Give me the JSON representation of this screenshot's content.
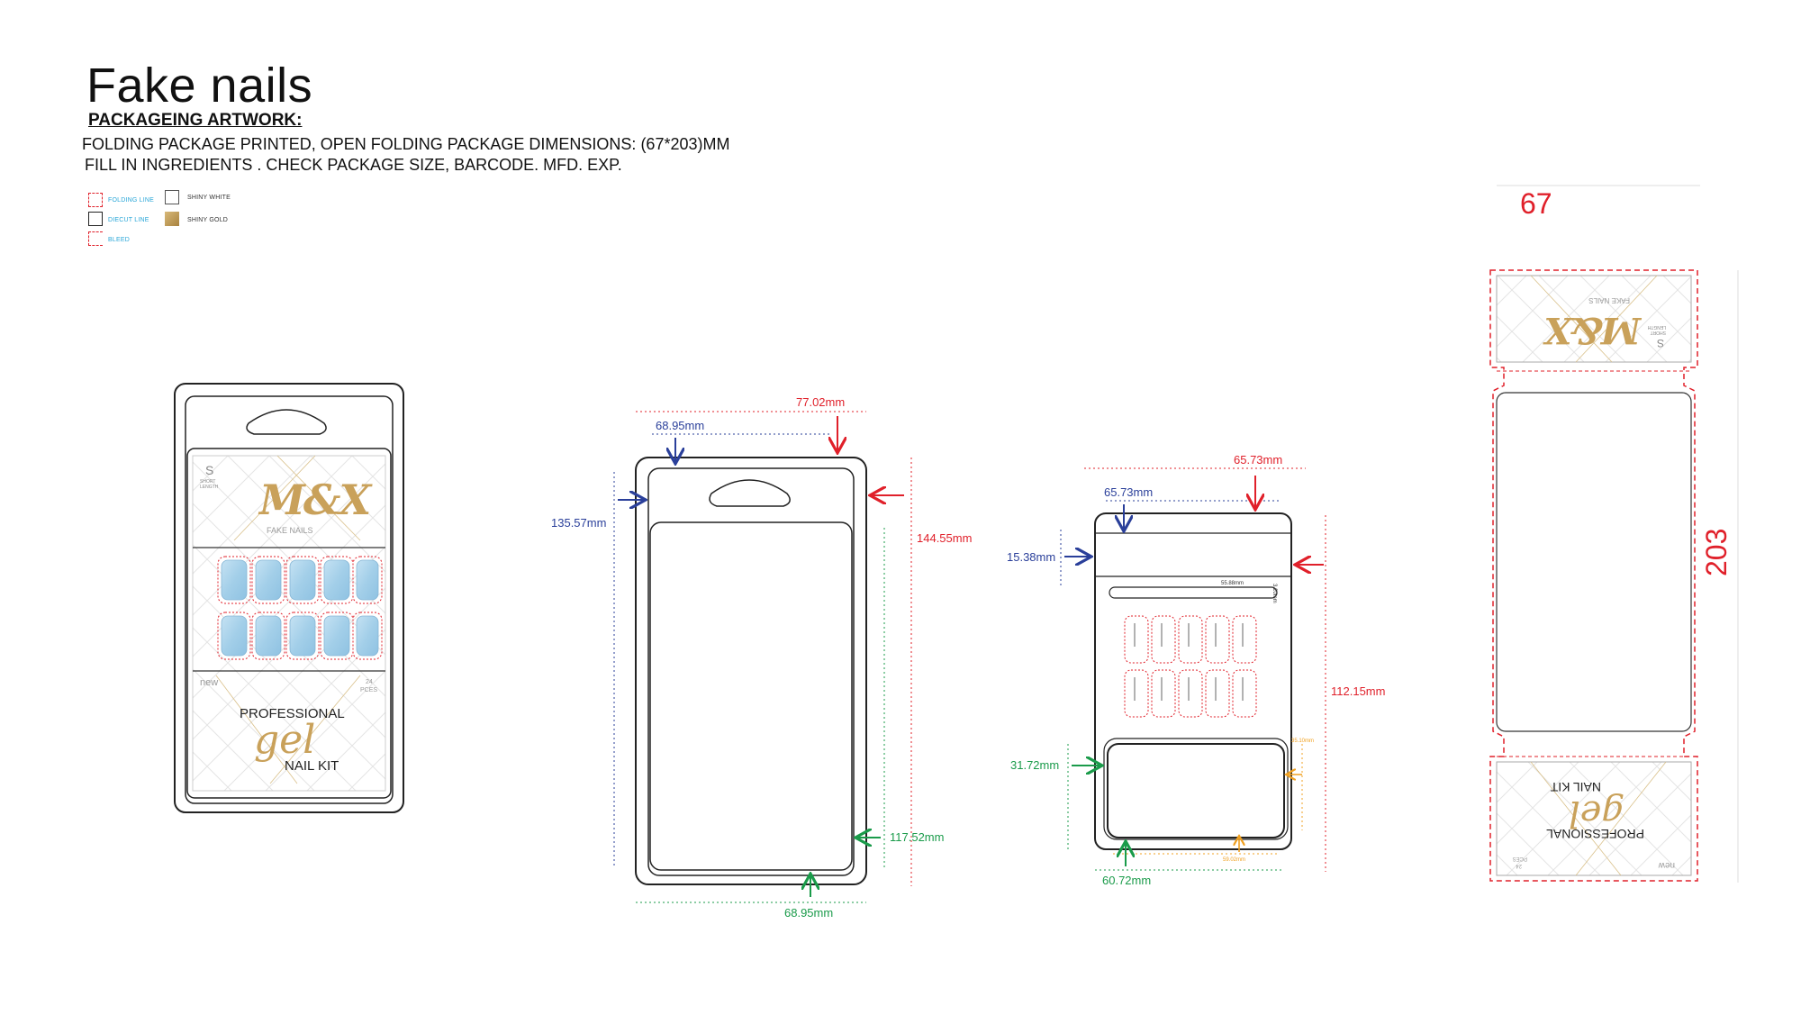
{
  "header": {
    "title": "Fake nails",
    "subtitle": "PACKAGEING ARTWORK:",
    "line1": "FOLDING PACKAGE PRINTED, OPEN FOLDING PACKAGE DIMENSIONS: (67*203)MM",
    "line2": "FILL IN INGREDIENTS . CHECK PACKAGE SIZE, BARCODE. MFD. EXP."
  },
  "legend": {
    "folding_line": "FOLDING LINE",
    "diecut_line": "DIECUT LINE",
    "bleed": "BLEED",
    "shiny_white": "SHINY WHITE",
    "shiny_gold": "SHINY GOLD"
  },
  "package": {
    "size_code": "S",
    "size_text_1": "SHORT",
    "size_text_2": "LENGTH",
    "brand": "M&X",
    "brand_sub": "FAKE NAILS",
    "new_label": "new",
    "count_1": "24",
    "count_2": "PCES",
    "pro_label": "PROFESSIONAL",
    "gel_label": "gel",
    "kit_label": "NAIL KIT"
  },
  "dims_mid": {
    "top_width": "77.02mm",
    "inner_width": "68.95mm",
    "height_left": "135.57mm",
    "height_right": "144.55mm",
    "inner_height": "117.52mm",
    "bottom_width": "68.95mm"
  },
  "dims_right": {
    "top_width": "65.73mm",
    "inner_width": "65.73mm",
    "header_height": "15.38mm",
    "total_height": "112.15mm",
    "slot_width": "55.88mm",
    "slot_height": "3.20mm",
    "bottom_height": "31.72mm",
    "bottom_width": "60.72mm",
    "small_right": "35.10mm",
    "small_bottom": "59.02mm"
  },
  "flat": {
    "width": "67",
    "height": "203"
  },
  "colors": {
    "red": "#e0202a",
    "blue": "#2a3f9a",
    "green": "#1a9b4a",
    "orange": "#f0a020",
    "nail_blue": "#a9d3ec",
    "gold": "#c9a15a",
    "legend_blue": "#2aa7d8"
  }
}
